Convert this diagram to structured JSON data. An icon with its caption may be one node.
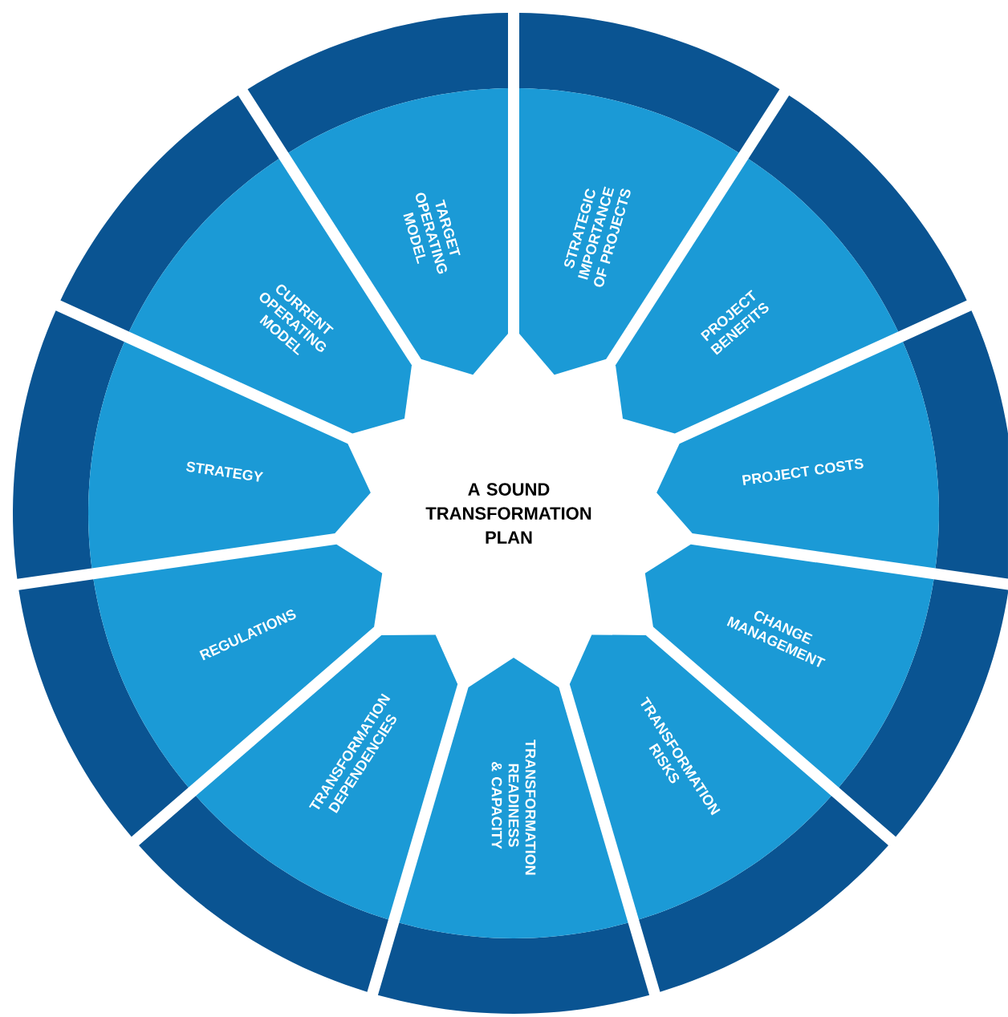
{
  "diagram": {
    "nodes": [
      {
        "text": [
          "A SOUND TRANSFORMATION PLAN"
        ]
      },
      {
        "text": [
          "TARGET OPERATING MODEL"
        ]
      },
      {
        "text": [
          "STRATEGIC IMPORTANCE OF PROJECTS"
        ]
      },
      {
        "text": [
          "PROJECT BENEFITS"
        ]
      },
      {
        "text": [
          "PROJECT COSTS"
        ]
      },
      {
        "text": [
          "CHANGE MANAGEMENT"
        ]
      },
      {
        "text": [
          "TRANSFORMATION RISKS"
        ]
      },
      {
        "text": [
          "TRANSFORMATION READINESS & CAPACITY"
        ]
      },
      {
        "text": [
          "TRANSFORMATION DEPENDENCIES"
        ]
      },
      {
        "text": [
          "REGULATIONS"
        ]
      },
      {
        "text": [
          "STRATEGY"
        ]
      },
      {
        "text": [
          "CURRENT OPERATING MODEL"
        ]
      }
    ]
  }
}
